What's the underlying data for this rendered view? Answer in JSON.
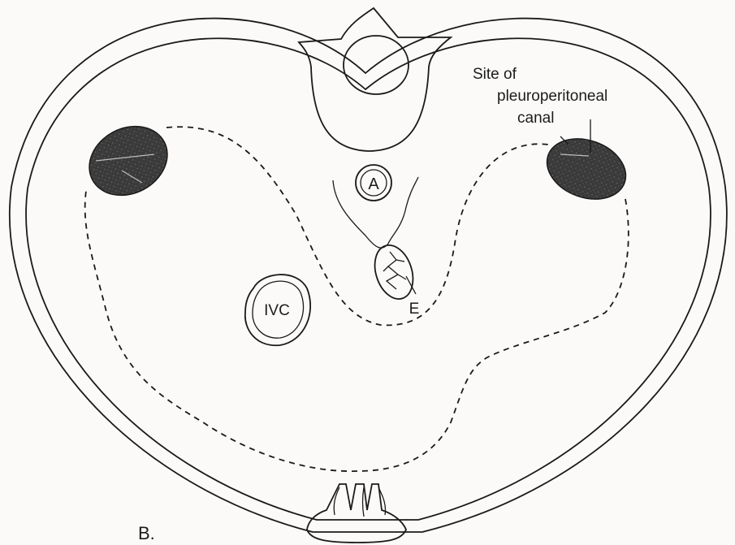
{
  "labels": {
    "panel": "B.",
    "aorta": "A",
    "ivc": "IVC",
    "esophagus": "E",
    "canal_line1": "Site of",
    "canal_line2": "pleuroperitoneal",
    "canal_line3": "canal"
  },
  "colors": {
    "ink": "#1a1a1a",
    "canal_fill": "#3a3a3a",
    "background": "#fbfaf8"
  }
}
